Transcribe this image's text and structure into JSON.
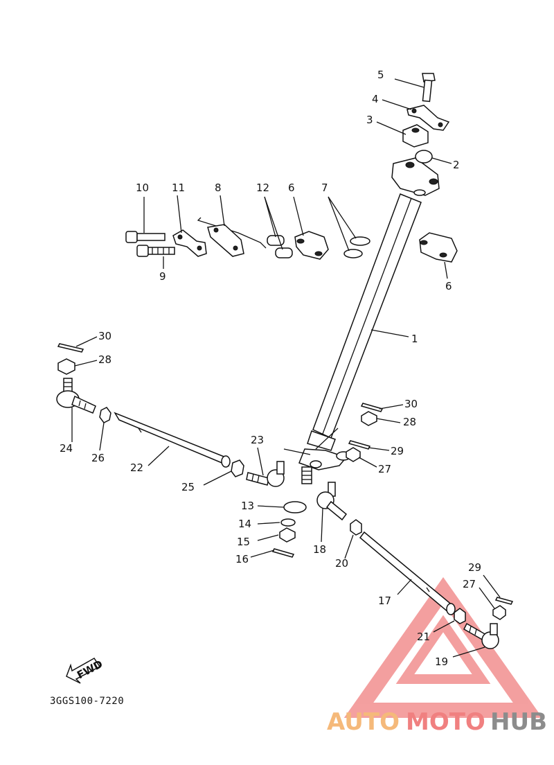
{
  "diagram": {
    "code": "3GGS100-7220",
    "fwd_label": "FWD",
    "labels": [
      "1",
      "2",
      "3",
      "4",
      "5",
      "6",
      "6",
      "7",
      "8",
      "9",
      "10",
      "11",
      "12",
      "13",
      "14",
      "15",
      "16",
      "17",
      "18",
      "19",
      "20",
      "21",
      "22",
      "23",
      "24",
      "25",
      "26",
      "27",
      "27",
      "28",
      "28",
      "29",
      "29",
      "30",
      "30"
    ]
  },
  "watermark": {
    "part1": "AUTO",
    "part2": "MOTO",
    "part3": "HUB",
    "color1": "#f5b97a",
    "color2": "#f08080",
    "color3": "#8c8c8c"
  }
}
